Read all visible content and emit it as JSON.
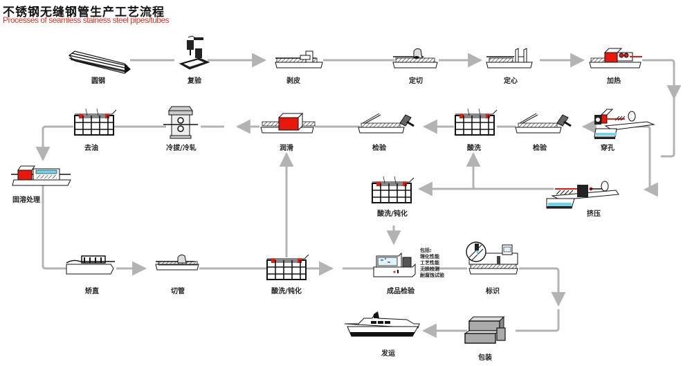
{
  "title": {
    "cn": "不锈钢无缝钢管生产工艺流程",
    "en": "Processes of seamless stainess steel pipes/tubes"
  },
  "colors": {
    "line": "#b3b3b3",
    "accent_red": "#e8180c",
    "accent_cyan": "#6fd3ec",
    "ink": "#1a1a1a"
  },
  "steps": {
    "round_steel": {
      "label": "圆钢",
      "icon": "round-steel-bars-icon"
    },
    "re_inspect": {
      "label": "复验",
      "icon": "inspection-press-icon"
    },
    "peeling": {
      "label": "剥皮",
      "icon": "peeling-machine-icon"
    },
    "cut_to_length": {
      "label": "定切",
      "icon": "cutting-machine-icon"
    },
    "centering": {
      "label": "定心",
      "icon": "centering-machine-icon"
    },
    "heating": {
      "label": "加热",
      "icon": "heating-furnace-icon"
    },
    "piercing": {
      "label": "穿孔",
      "icon": "piercing-mill-icon"
    },
    "extrusion": {
      "label": "挤压",
      "icon": "extrusion-press-icon"
    },
    "inspect_1": {
      "label": "检验",
      "icon": "inspection-bench-icon"
    },
    "pickling": {
      "label": "酸洗",
      "icon": "pickling-tank-icon"
    },
    "inspect_2": {
      "label": "检验",
      "icon": "inspection-bench-icon"
    },
    "lubrication": {
      "label": "润滑",
      "icon": "lubrication-unit-icon"
    },
    "cold_draw": {
      "label": "冷拔/冷轧",
      "icon": "cold-rolling-mill-icon"
    },
    "degrease": {
      "label": "去油",
      "icon": "degreasing-tank-icon"
    },
    "solution_treat": {
      "label": "固溶处理",
      "icon": "solution-furnace-icon"
    },
    "straighten": {
      "label": "矫直",
      "icon": "straightening-machine-icon"
    },
    "tube_cut": {
      "label": "切管",
      "icon": "tube-cutter-icon"
    },
    "pickle_passivate_1": {
      "label": "酸洗/钝化",
      "icon": "pickling-tank-icon"
    },
    "pickle_passivate_2": {
      "label": "酸洗/钝化",
      "icon": "pickling-tank-icon"
    },
    "final_inspect": {
      "label": "成品检验",
      "icon": "testing-station-icon"
    },
    "marking": {
      "label": "标识",
      "icon": "marking-machine-icon"
    },
    "packing": {
      "label": "包装",
      "icon": "packed-crates-icon"
    },
    "shipping": {
      "label": "发运",
      "icon": "cargo-ship-icon"
    }
  },
  "final_inspect_note": {
    "heading": "包括:",
    "items": [
      "理化性能",
      "工艺性能",
      "无损检测",
      "耐腐蚀试验"
    ]
  }
}
